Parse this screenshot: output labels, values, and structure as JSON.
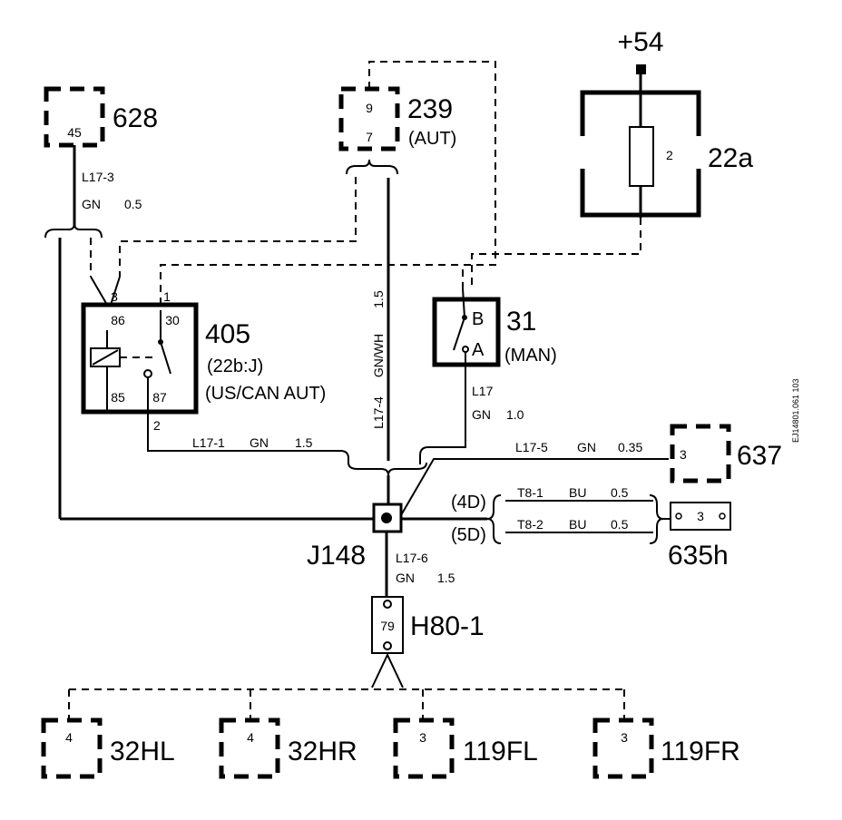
{
  "components": {
    "c628": {
      "id": "628",
      "pin": "45"
    },
    "c239": {
      "id": "239",
      "sub": "(AUT)",
      "pin_top": "9",
      "pin_bottom": "7"
    },
    "c54": {
      "label": "+54"
    },
    "c22a": {
      "id": "22a",
      "pin": "2"
    },
    "c405": {
      "id": "405",
      "sub1": "(22b:J)",
      "sub2": "(US/CAN AUT)",
      "pin3": "3",
      "pin1": "1",
      "pin86": "86",
      "pin30": "30",
      "pin85": "85",
      "pin87": "87",
      "pin2": "2"
    },
    "c31": {
      "id": "31",
      "sub": "(MAN)",
      "pin_b": "B",
      "pin_a": "A"
    },
    "c637": {
      "id": "637",
      "pin": "3"
    },
    "c635h": {
      "id": "635h",
      "pin": "3"
    },
    "j148": {
      "id": "J148"
    },
    "h80": {
      "id": "H80-1",
      "pin": "79"
    },
    "c32hl": {
      "id": "32HL",
      "pin": "4"
    },
    "c32hr": {
      "id": "32HR",
      "pin": "4"
    },
    "c119fl": {
      "id": "119FL",
      "pin": "3"
    },
    "c119fr": {
      "id": "119FR",
      "pin": "3"
    }
  },
  "wires": {
    "l17_3": {
      "name": "L17-3",
      "color": "GN",
      "size": "0.5"
    },
    "l17_4": {
      "name": "L17-4",
      "color": "GN/WH",
      "size": "1.5"
    },
    "l17": {
      "name": "L17",
      "color": "GN",
      "size": "1.0"
    },
    "l17_1": {
      "name": "L17-1",
      "color": "GN",
      "size": "1.5"
    },
    "l17_5": {
      "name": "L17-5",
      "color": "GN",
      "size": "0.35"
    },
    "t8_1": {
      "name": "T8-1",
      "color": "BU",
      "size": "0.5",
      "variant": "(4D)"
    },
    "t8_2": {
      "name": "T8-2",
      "color": "BU",
      "size": "0.5",
      "variant": "(5D)"
    },
    "l17_6": {
      "name": "L17-6",
      "color": "GN",
      "size": "1.5"
    }
  },
  "ref_code": "EJ14801.061 103"
}
